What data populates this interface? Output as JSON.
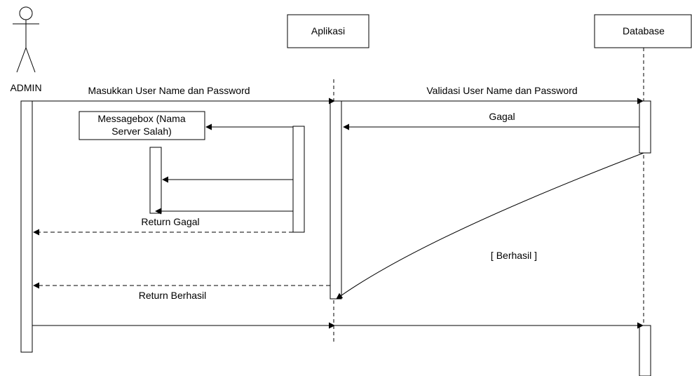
{
  "actors": {
    "admin": {
      "label": "ADMIN"
    }
  },
  "objects": {
    "aplikasi": {
      "label": "Aplikasi"
    },
    "database": {
      "label": "Database"
    }
  },
  "notes": {
    "messagebox": {
      "line1": "Messagebox (Nama",
      "line2": "Server Salah)"
    }
  },
  "messages": {
    "login": "Masukkan User Name dan Password",
    "validasi": "Validasi User Name dan Password",
    "gagal": "Gagal",
    "return_gagal": "Return Gagal",
    "berhasil_guard": "[ Berhasil ]",
    "return_berhasil": "Return Berhasil"
  }
}
